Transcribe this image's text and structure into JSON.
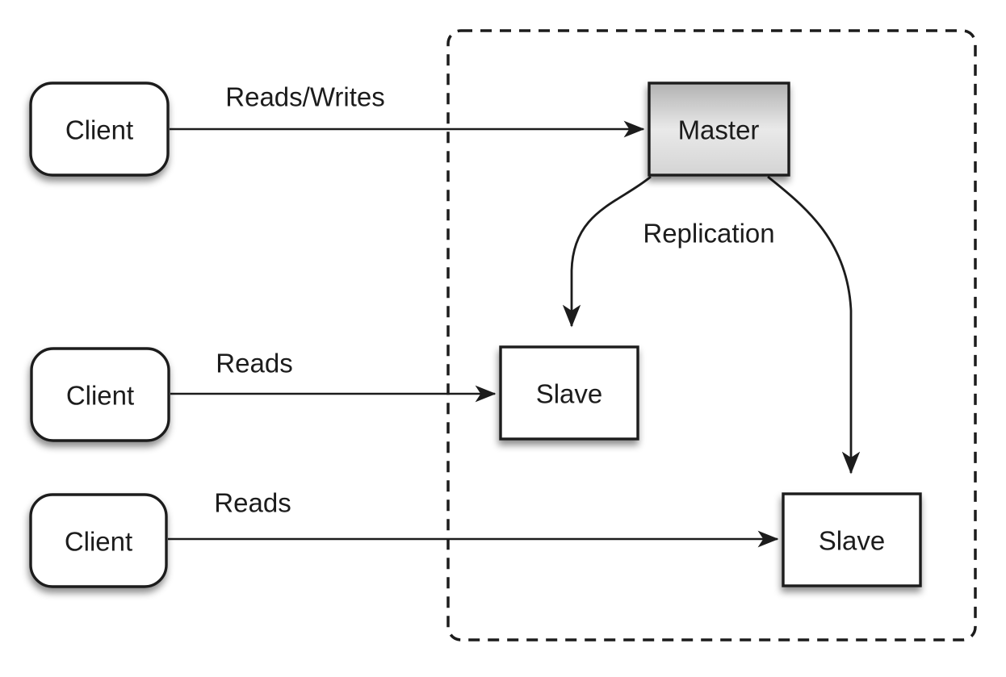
{
  "diagram": {
    "type": "master-slave-replication",
    "nodes": {
      "client1": {
        "label": "Client"
      },
      "client2": {
        "label": "Client"
      },
      "client3": {
        "label": "Client"
      },
      "master": {
        "label": "Master"
      },
      "slave1": {
        "label": "Slave"
      },
      "slave2": {
        "label": "Slave"
      }
    },
    "edges": {
      "client1_to_master": {
        "label": "Reads/Writes"
      },
      "client2_to_slave1": {
        "label": "Reads"
      },
      "client3_to_slave2": {
        "label": "Reads"
      },
      "master_to_slaves": {
        "label": "Replication"
      }
    },
    "colors": {
      "background": "#ffffff",
      "stroke": "#1c1c1c",
      "node_fill": "#ffffff",
      "master_gradient_top": "#b2b2b2",
      "master_gradient_mid": "#e9e9e9",
      "master_gradient_bottom": "#d4d4d4"
    }
  }
}
